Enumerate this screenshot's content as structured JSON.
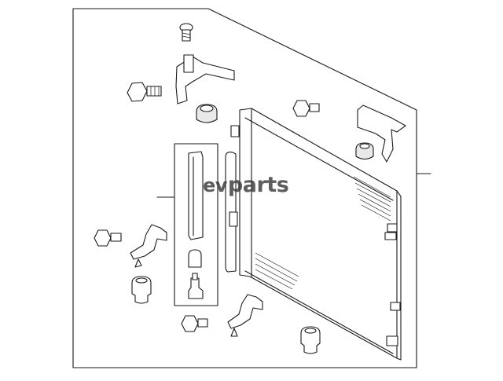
{
  "watermark": {
    "text": "parts",
    "lead": "ev"
  },
  "parts": {
    "callout_lines": [
      "leader-left",
      "leader-right"
    ]
  },
  "colors": {
    "line": "#1a1a1a",
    "background": "#ffffff",
    "shade": "#e9e9e9"
  }
}
